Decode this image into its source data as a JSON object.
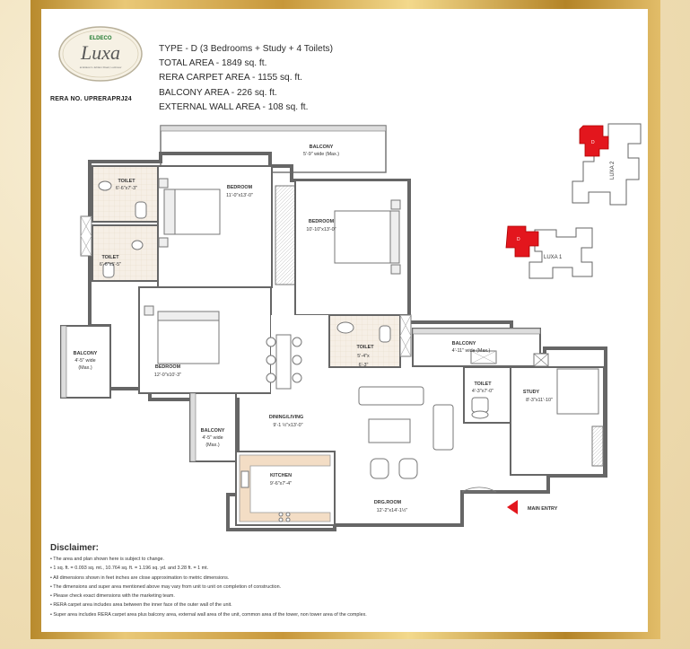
{
  "brand": {
    "top": "ELDECO",
    "name": "Luxa",
    "tagline": "at Eldeco's Jehlam Road, Lucknow"
  },
  "rera_no": "RERA NO. UPRERAPRJ24",
  "specs": [
    "TYPE - D (3 Bedrooms + Study + 4 Toilets)",
    "TOTAL AREA - 1849 sq. ft.",
    "RERA CARPET AREA - 1155 sq. ft.",
    "BALCONY AREA - 226 sq. ft.",
    "EXTERNAL WALL AREA - 108 sq. ft."
  ],
  "rooms": {
    "balcony_top": [
      "BALCONY",
      "5'-9\" wide (Max.)"
    ],
    "toilet_1": [
      "TOILET",
      "6'-6\"x7'-3\""
    ],
    "bedroom_1": [
      "BEDROOM",
      "11'-0\"x13'-0\""
    ],
    "bedroom_2": [
      "BEDROOM",
      "10'-10\"x13'-0\""
    ],
    "toilet_2": [
      "TOILET",
      "6'-6\"x5'-5\""
    ],
    "balcony_left": [
      "BALCONY",
      "4'-5\" wide",
      "(Max.)"
    ],
    "bedroom_3": [
      "BEDROOM",
      "12'-0\"x10'-3\""
    ],
    "toilet_3": [
      "TOILET",
      "5'-4\"x",
      "6'-3\""
    ],
    "balcony_right": [
      "BALCONY",
      "4'-11\" wide (Max.)"
    ],
    "toilet_4": [
      "TOILET",
      "4'-3\"x7'-0\""
    ],
    "study": [
      "STUDY",
      "8'-3\"x11'-10\""
    ],
    "dining": [
      "DINING/LIVING",
      "9'-1 ½\"x13'-0\""
    ],
    "balcony_kitchen": [
      "BALCONY",
      "4'-5\" wide",
      "(Max.)"
    ],
    "kitchen": [
      "KITCHEN",
      "9'-6\"x7'-4\""
    ],
    "drawing": [
      "DRG.ROOM",
      "12'-2\"x14'-1½\""
    ]
  },
  "main_entry": "MAIN ENTRY",
  "key_plans": {
    "luxa2": {
      "label": "LUXA 2",
      "unit": "D"
    },
    "luxa1": {
      "label": "LUXA 1",
      "unit": "D"
    }
  },
  "colors": {
    "highlight": "#e3161d",
    "gold": "#c99a3b",
    "wall": "#6f6f6f"
  },
  "disclaimer": {
    "title": "Disclaimer:",
    "items": [
      "• The area and plan shown here is subject to change.",
      "• 1 sq. ft. = 0.093 sq. mt., 10.764 sq. ft. = 1.196 sq. yd. and 3.28 ft. = 1 mt.",
      "• All dimensions shown in feet inches are close approximation to metric dimensions.",
      "• The dimensions and super area mentioned above may vary from unit to unit on completion of construction.",
      "• Please check exact dimensions with the marketing team.",
      "• RERA carpet area includes area between the inner face of the outer wall of the unit.",
      "• Super area includes RERA carpet area plus balcony area, external wall area of the unit, common area of the tower, non tower area of the complex."
    ]
  }
}
